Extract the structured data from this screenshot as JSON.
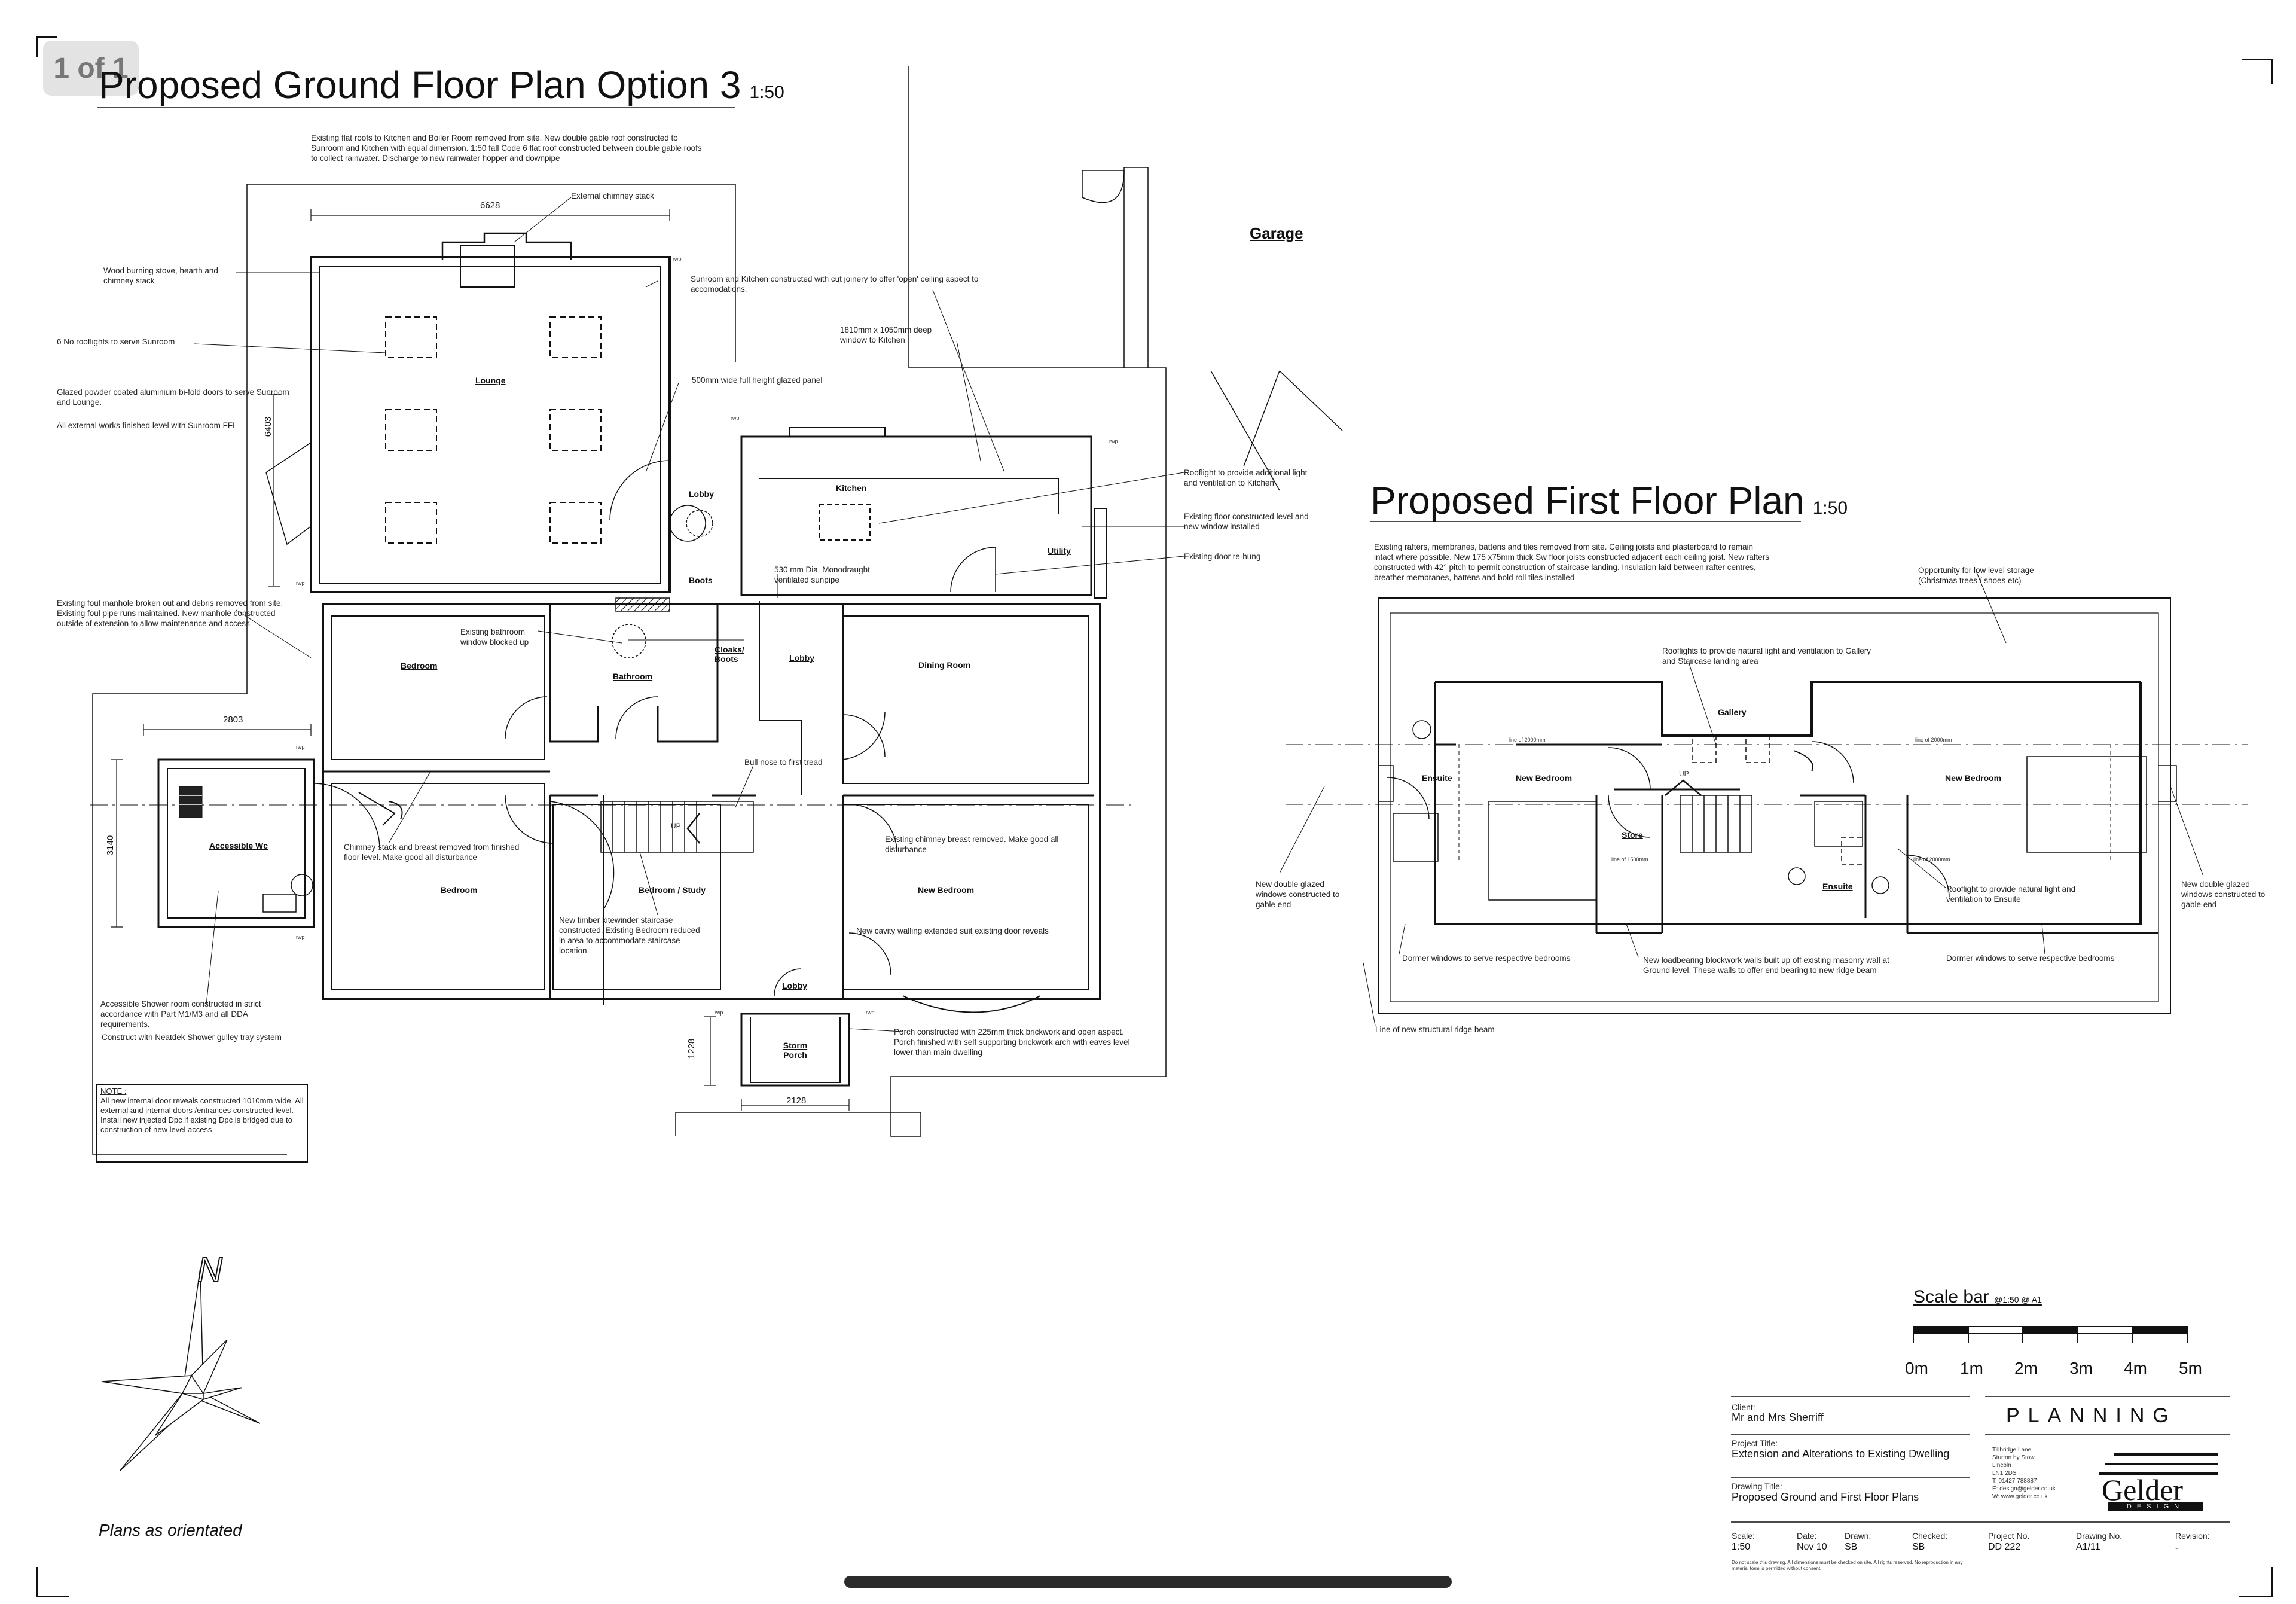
{
  "viewer": {
    "page_indicator": "1 of 1"
  },
  "ground_floor": {
    "title": "Proposed Ground Floor Plan Option 3",
    "scale": "1:50",
    "rooms": {
      "garage": "Garage",
      "lounge": "Lounge",
      "kitchen": "Kitchen",
      "lobby_north": "Lobby",
      "utility": "Utility",
      "boots": "Boots",
      "bedroom_west": "Bedroom",
      "bathroom": "Bathroom",
      "cloaks": "Cloaks/ Boots",
      "lobby_central": "Lobby",
      "dining": "Dining Room",
      "accessible_wc": "Accessible Wc",
      "bedroom_south": "Bedroom",
      "bedroom_study": "Bedroom / Study",
      "new_bedroom": "New Bedroom",
      "lobby_south": "Lobby",
      "storm_porch": "Storm Porch"
    },
    "dimensions": {
      "lounge_width": "6628",
      "lounge_depth": "6403",
      "wc_width": "2803",
      "wc_depth": "3140",
      "porch_width": "2128",
      "porch_depth": "1228"
    },
    "rwp": "rwp",
    "up": "UP",
    "notes": {
      "flat_roofs": "Existing flat roofs to Kitchen and Boiler Room removed from site. New double gable roof constructed to Sunroom and Kitchen with equal dimension. 1:50 fall Code 6 flat roof constructed between double gable roofs to collect rainwater. Discharge to new rainwater hopper and downpipe",
      "chimney": "External chimney stack",
      "stove": "Wood burning stove, hearth and chimney stack",
      "sunroom_joinery": "Sunroom and Kitchen constructed with cut joinery to offer 'open' ceiling aspect to accomodations.",
      "rooflights": "6 No rooflights to serve Sunroom",
      "window_kitchen": "1810mm x 1050mm deep window to Kitchen",
      "glazed_panel": "500mm wide full height glazed panel",
      "bifold": "Glazed powder coated aluminium bi-fold doors to serve Sunroom and Lounge.",
      "external_works": "All external works finished level with Sunroom FFL",
      "rooflight_kitchen": "Rooflight to provide additional light and ventilation to Kitchen",
      "floor_kitchen": "Existing floor constructed level and new window installed",
      "door_rehung": "Existing door re-hung",
      "sunpipe": "530 mm Dia. Monodraught ventilated sunpipe",
      "manhole": "Existing foul manhole broken out and debris removed from site. Existing foul pipe runs maintained. New manhole constructed outside of extension to allow maintenance and access",
      "bathroom_window": "Existing bathroom window blocked up",
      "bull_nose": "Bull nose to first tread",
      "chimney_breast_removed": "Chimney stack and breast removed from finished floor level. Make good all disturbance",
      "chimney_breast_existing": "Existing chimney breast removed. Make good all disturbance",
      "staircase": "New timber kitewinder staircase constructed. Existing Bedroom reduced in area to accommodate staircase location",
      "cavity_walling": "New cavity walling extended suit existing door reveals",
      "shower_room": "Accessible Shower room constructed in strict accordance with Part M1/M3 and all DDA requirements.",
      "neatdek": "Construct with Neatdek Shower gulley tray system",
      "porch": "Porch constructed with 225mm thick brickwork and open aspect. Porch finished with self supporting brickwork arch with eaves level lower than main dwelling",
      "note_heading": "NOTE :",
      "note_body": "All new internal door reveals constructed 1010mm wide. All external and internal doors /entrances constructed level. Install new injected Dpc if existing Dpc is bridged due to construction of new level access"
    }
  },
  "first_floor": {
    "title": "Proposed First Floor Plan",
    "scale": "1:50",
    "rooms": {
      "ensuite_w": "Ensuite",
      "new_bedroom_w": "New Bedroom",
      "gallery": "Gallery",
      "store": "Store",
      "ensuite_c": "Ensuite",
      "new_bedroom_e": "New Bedroom"
    },
    "up": "UP",
    "line_labels": [
      "line of 2000mm",
      "line of 2000mm",
      "line of 1500mm",
      "line of 2000mm"
    ],
    "notes": {
      "rafters": "Existing rafters, membranes, battens and tiles removed from site. Ceiling joists and plasterboard to remain intact where possible. New 175 x75mm thick Sw floor joists constructed adjacent each ceiling joist. New rafters constructed with 42° pitch to permit construction of staircase landing. Insulation laid between rafter centres, breather membranes, battens and bold roll tiles installed",
      "storage": "Opportunity for low level storage (Christmas trees / shoes etc)",
      "rooflights_gallery": "Rooflights to provide natural light and ventilation to Gallery and Staircase landing area",
      "glazed_w": "New double glazed windows constructed to gable end",
      "glazed_e": "New double glazed windows constructed to gable end",
      "rooflight_ensuite": "Rooflight to provide natural light and ventilation to Ensuite",
      "dormer_w": "Dormer windows to serve respective bedrooms",
      "dormer_e": "Dormer windows to serve respective bedrooms",
      "loadbearing": "New loadbearing blockwork walls built up off existing masonry wall at Ground level. These walls to offer end bearing to new ridge beam",
      "ridge": "Line of new structural ridge beam"
    }
  },
  "north": {
    "letter": "N",
    "caption": "Plans as orientated"
  },
  "scale_bar": {
    "title": "Scale bar",
    "subtitle": "@1:50 @ A1",
    "ticks": [
      "0m",
      "1m",
      "2m",
      "3m",
      "4m",
      "5m"
    ]
  },
  "title_block": {
    "client_label": "Client:",
    "client": "Mr and Mrs Sherriff",
    "project_label": "Project Title:",
    "project": "Extension and Alterations to Existing Dwelling",
    "drawing_label": "Drawing Title:",
    "drawing": "Proposed Ground and First Floor Plans",
    "stage": "PLANNING",
    "address": "Tillbridge Lane\nSturton by Stow\nLincoln\nLN1 2DS\nT:   01427 788887\nE:   design@gelder.co.uk\nW:  www.gelder.co.uk",
    "logo_text": "Gelder",
    "logo_sub": "DESIGN",
    "fields": [
      {
        "label": "Scale:",
        "value": "1:50"
      },
      {
        "label": "Date:",
        "value": "Nov 10"
      },
      {
        "label": "Drawn:",
        "value": "SB"
      },
      {
        "label": "Checked:",
        "value": "SB"
      },
      {
        "label": "Project No.",
        "value": "DD 222"
      },
      {
        "label": "Drawing No.",
        "value": "A1/11"
      },
      {
        "label": "Revision:",
        "value": "-"
      }
    ],
    "disclaimer": "Do not scale this drawing. All dimensions must be checked on site. All rights reserved. No reproduction in any material form is permitted without consent."
  }
}
